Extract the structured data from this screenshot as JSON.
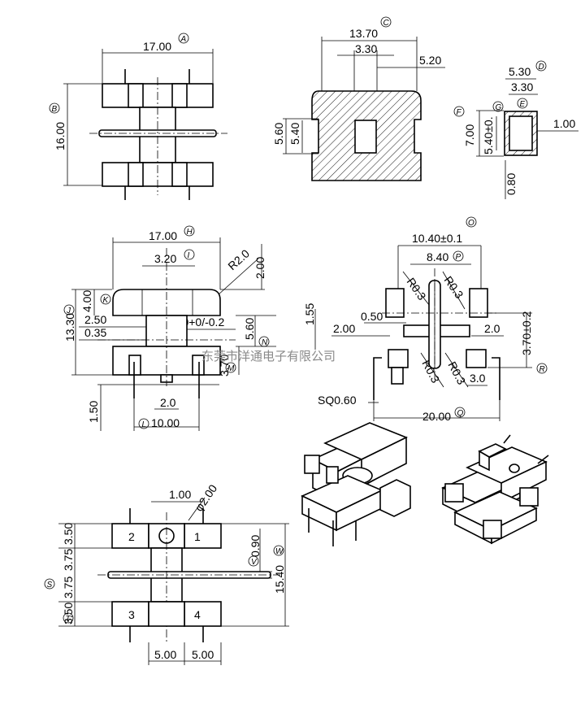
{
  "top_view": {
    "width": "17.00",
    "width_mark": "A",
    "height": "16.00",
    "height_mark": "B"
  },
  "section_view": {
    "width": "13.70",
    "width_mark": "C",
    "slot": "3.30",
    "offset": "5.20",
    "outer_h": "5.60",
    "inner_h": "5.40"
  },
  "end_view": {
    "outer": "5.30",
    "outer_mark": "D",
    "inner": "3.30",
    "inner_mark": "E",
    "height": "7.00",
    "height_mark": "F",
    "inner_h": "5.40±0.",
    "inner_h_mark": "G",
    "wall": "1.00",
    "base": "0.80"
  },
  "front_view": {
    "width": "17.00",
    "width_mark": "H",
    "core": "3.20",
    "core_mark": "I",
    "radius": "R2.0",
    "top_offset": "2.00",
    "total_h": "13.30",
    "total_h_mark": "J",
    "flange_h": "4.00",
    "flange_mark": "K",
    "step": "2.50",
    "small": "0.35",
    "core_width": "5.20+0/-0.2",
    "core_h": "5.60",
    "core_h_mark": "N",
    "lower_h": "3.70",
    "lower_h_mark": "M",
    "pin_len": "1.50",
    "pin_pitch": "2.0",
    "pin_span": "10.00",
    "pin_span_mark": "L"
  },
  "side_view": {
    "width": "10.40±0.1",
    "width_mark": "O",
    "inner": "8.40",
    "inner_mark": "P",
    "r1": "R0.3",
    "r2": "R0.3",
    "r3": "R0.3",
    "r4": "R0.3",
    "left_h": "1.55",
    "gap": "0.50",
    "left_offset": "2.00",
    "right_offset": "2.0",
    "right_h": "3.70±0.2",
    "right_mark": "R",
    "pin_h": "3.0",
    "pin_size": "SQ0.60",
    "pin_span": "20.00",
    "pin_span_mark": "Q"
  },
  "pin_view": {
    "spacing": "1.00",
    "hole": "φ2.00",
    "pin1": "1",
    "pin2": "2",
    "pin3": "3",
    "pin4": "4",
    "pad_h_top": "3.50",
    "half_top": "3.75",
    "half_bottom": "3.75",
    "pad_h_bottom": "3.50",
    "mid_mark": "S",
    "pad_mark": "T",
    "slot": "0.90",
    "slot_mark": "V",
    "total": "15.40",
    "total_mark": "W",
    "pitch_left": "5.00",
    "pitch_right": "5.00"
  },
  "watermark": "东莞市洋通电子有限公司"
}
